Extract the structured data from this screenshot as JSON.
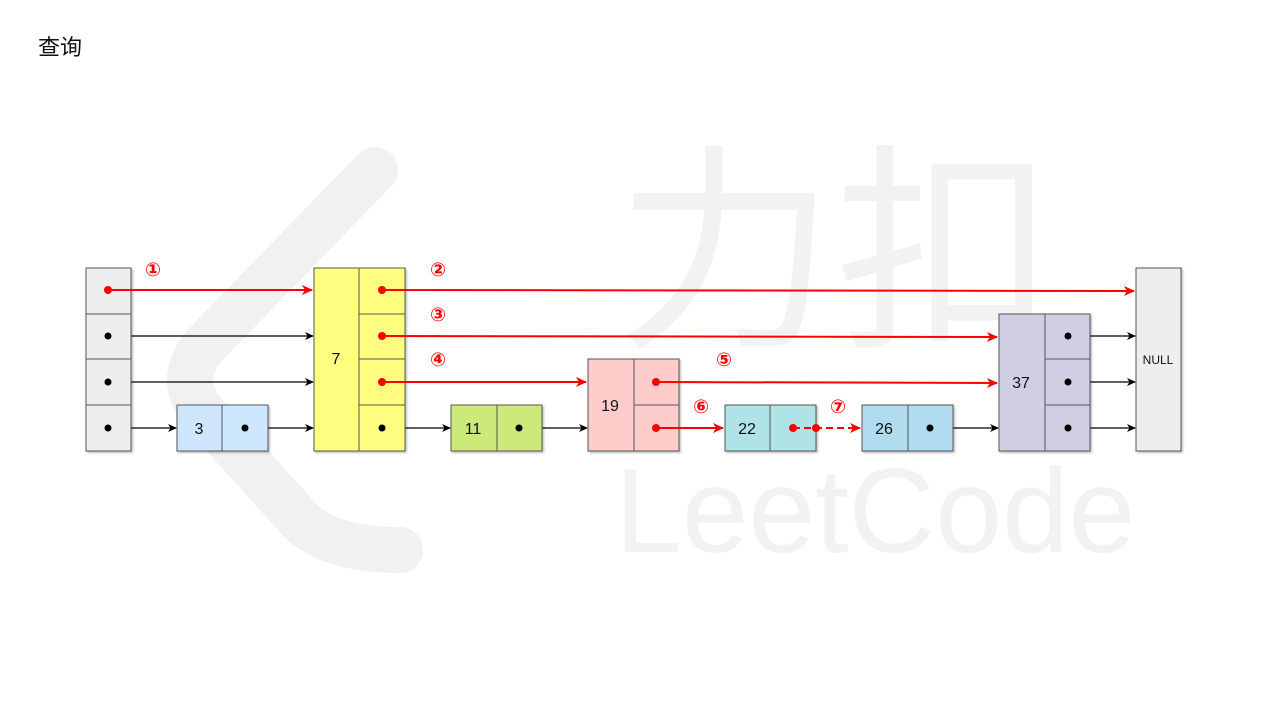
{
  "title": "查询",
  "watermark": {
    "brand": "LeetCode",
    "logo": "力扣"
  },
  "colors": {
    "head": "#eeeeee",
    "node_7": "#fffe80",
    "node_3": "#cfe6ff",
    "node_11": "#cce97a",
    "node_19": "#ffcccc",
    "node_22": "#b0e3e6",
    "node_26": "#b1dbee",
    "node_37": "#d0cee2",
    "null": "#eeeeee",
    "search_path": "#ff0000",
    "link": "#000000"
  },
  "nodes": [
    {
      "id": "head",
      "label": ""
    },
    {
      "id": "n3",
      "label": "3"
    },
    {
      "id": "n7",
      "label": "7"
    },
    {
      "id": "n11",
      "label": "11"
    },
    {
      "id": "n19",
      "label": "19"
    },
    {
      "id": "n22",
      "label": "22"
    },
    {
      "id": "n26",
      "label": "26"
    },
    {
      "id": "n37",
      "label": "37"
    },
    {
      "id": "null",
      "label": "NULL"
    }
  ],
  "steps": [
    "①",
    "②",
    "③",
    "④",
    "⑤",
    "⑥",
    "⑦"
  ]
}
